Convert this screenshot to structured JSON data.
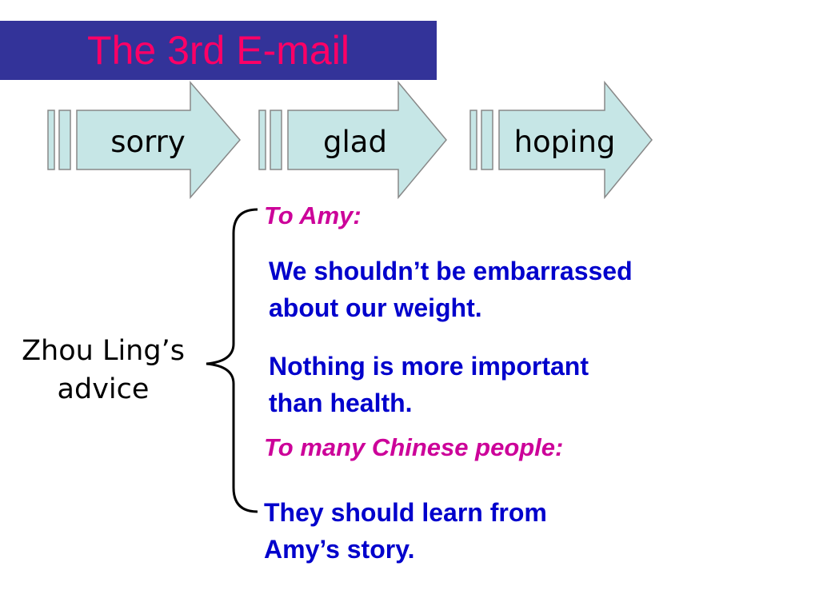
{
  "title": "The 3rd E-mail",
  "arrows": [
    {
      "label": "sorry"
    },
    {
      "label": "glad"
    },
    {
      "label": "hoping"
    }
  ],
  "brace_label": {
    "line1": "Zhou Ling’s",
    "line2": "advice"
  },
  "to_amy": {
    "heading": "To Amy:",
    "point1": {
      "line1": "We shouldn’t be embarrassed",
      "line2": "about our weight."
    },
    "point2": {
      "line1": "Nothing is more important",
      "line2": "than health."
    }
  },
  "to_chinese": {
    "heading": "To many Chinese people:",
    "point1": {
      "line1": "They should learn from",
      "line2": "Amy’s story."
    }
  },
  "colors": {
    "title_bar": "#333399",
    "title_text": "#ff0066",
    "arrow_fill": "#c6e6e6",
    "heading": "#cc0099",
    "advice": "#0000cc"
  }
}
